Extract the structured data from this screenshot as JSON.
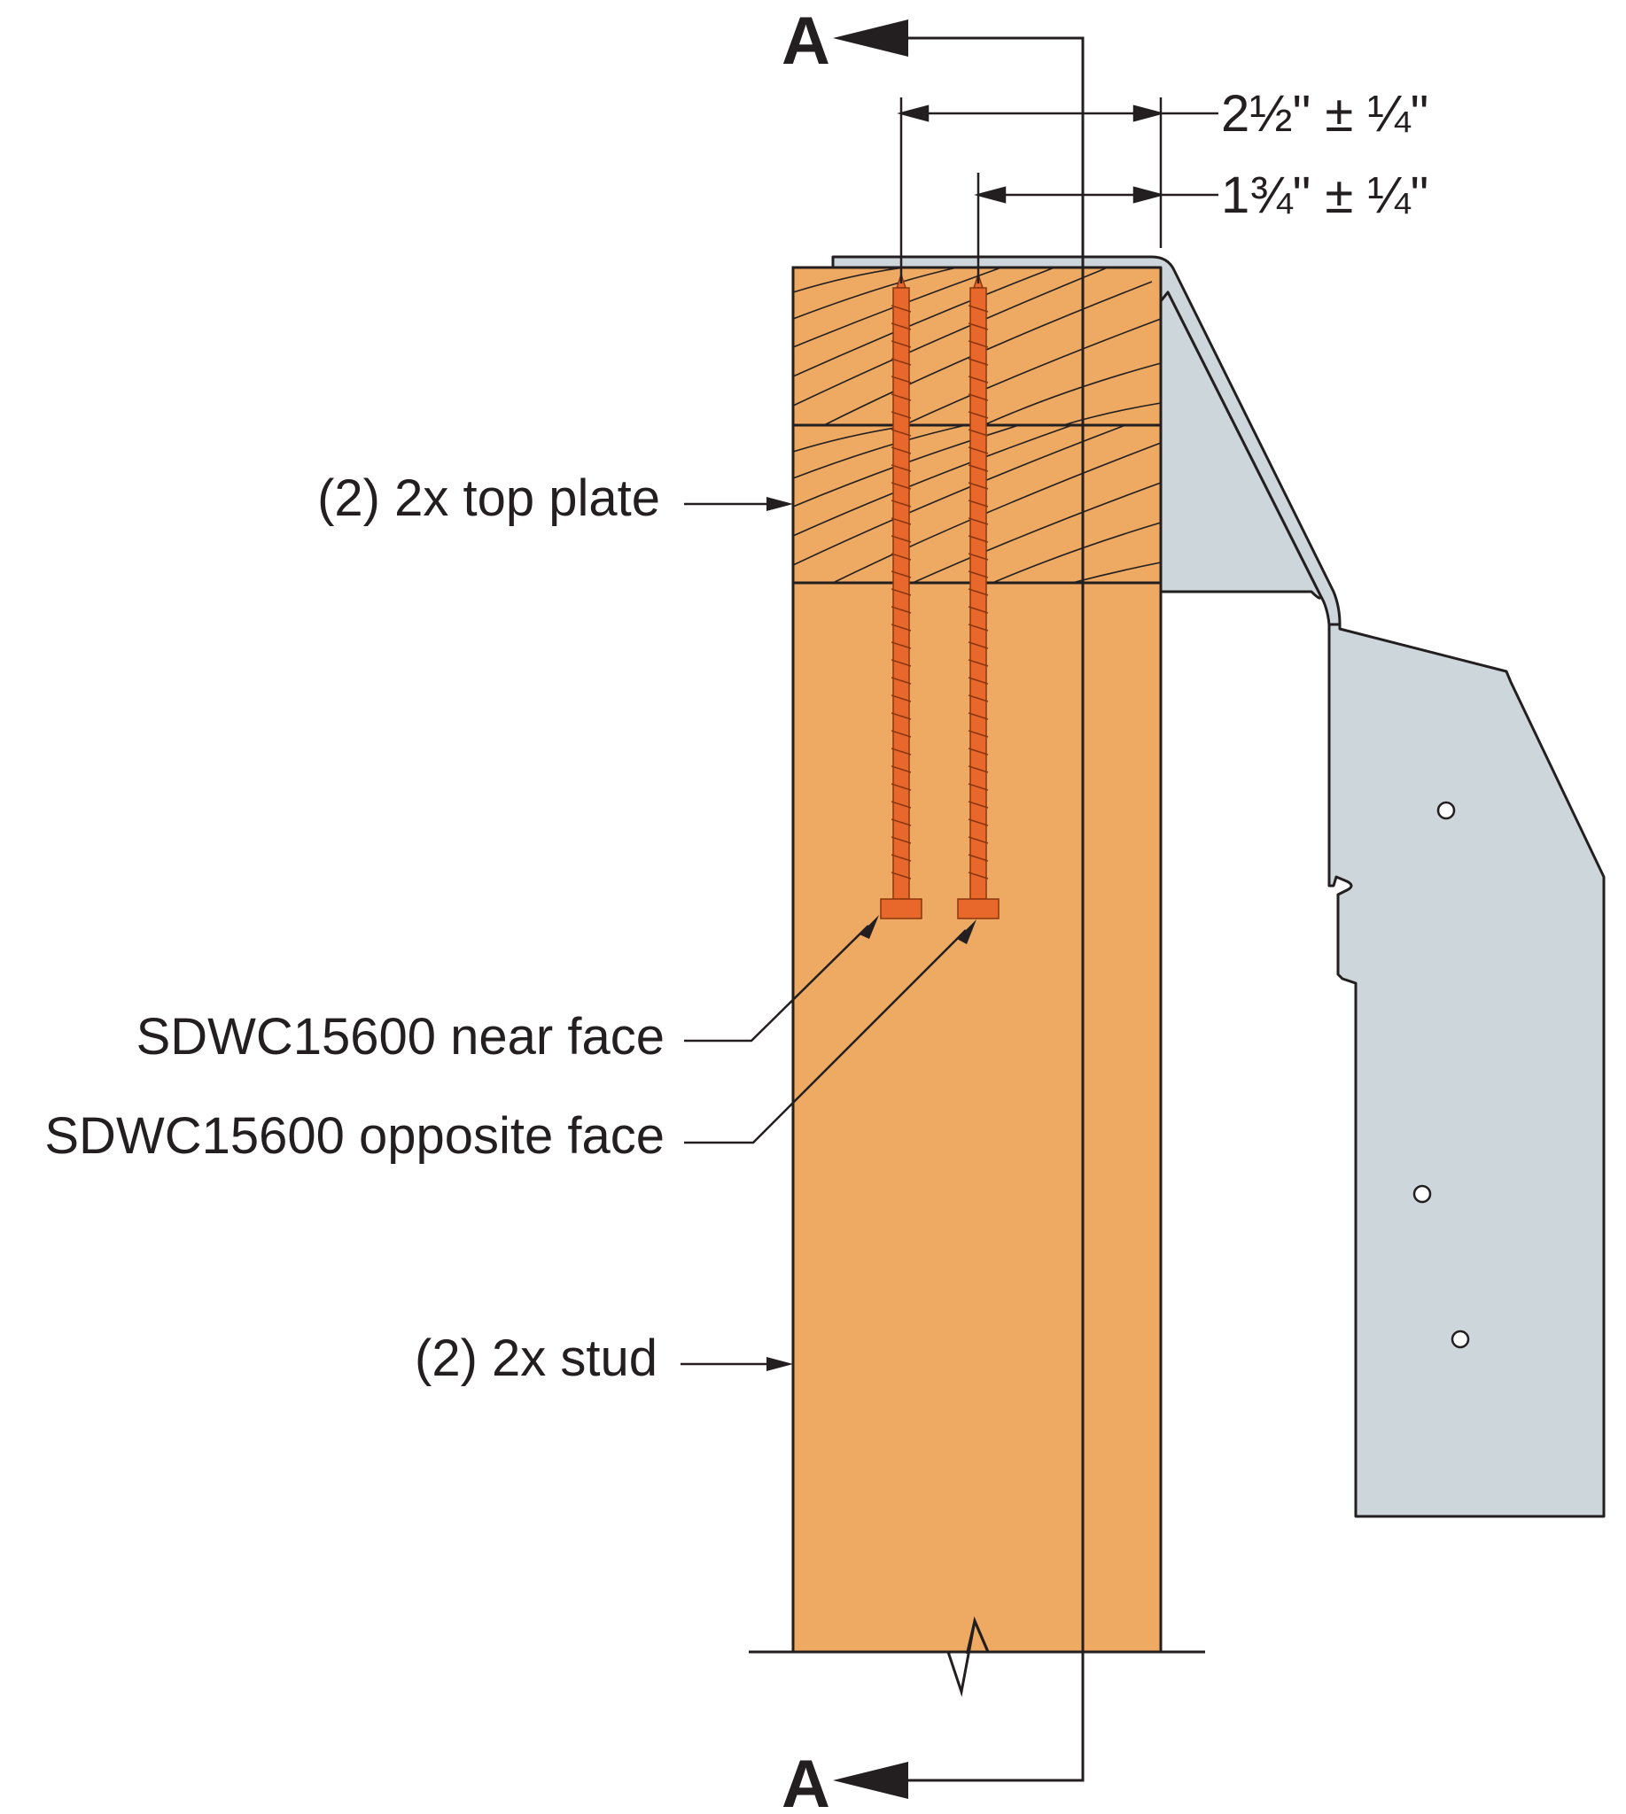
{
  "section_marks": {
    "top": "A",
    "bottom": "A"
  },
  "dimensions": {
    "outer": "2½\" ± ¼\"",
    "inner": "1¾\" ± ¼\""
  },
  "callouts": {
    "top_plate": "(2) 2x top plate",
    "screw_near": "SDWC15600 near face",
    "screw_opposite": "SDWC15600 opposite face",
    "stud": "(2) 2x stud"
  },
  "colors": {
    "wood": "#eeaa62",
    "wood_line": "#231f20",
    "screw": "#e8682c",
    "metal_plate": "#cdd6da",
    "ink": "#231f20"
  }
}
